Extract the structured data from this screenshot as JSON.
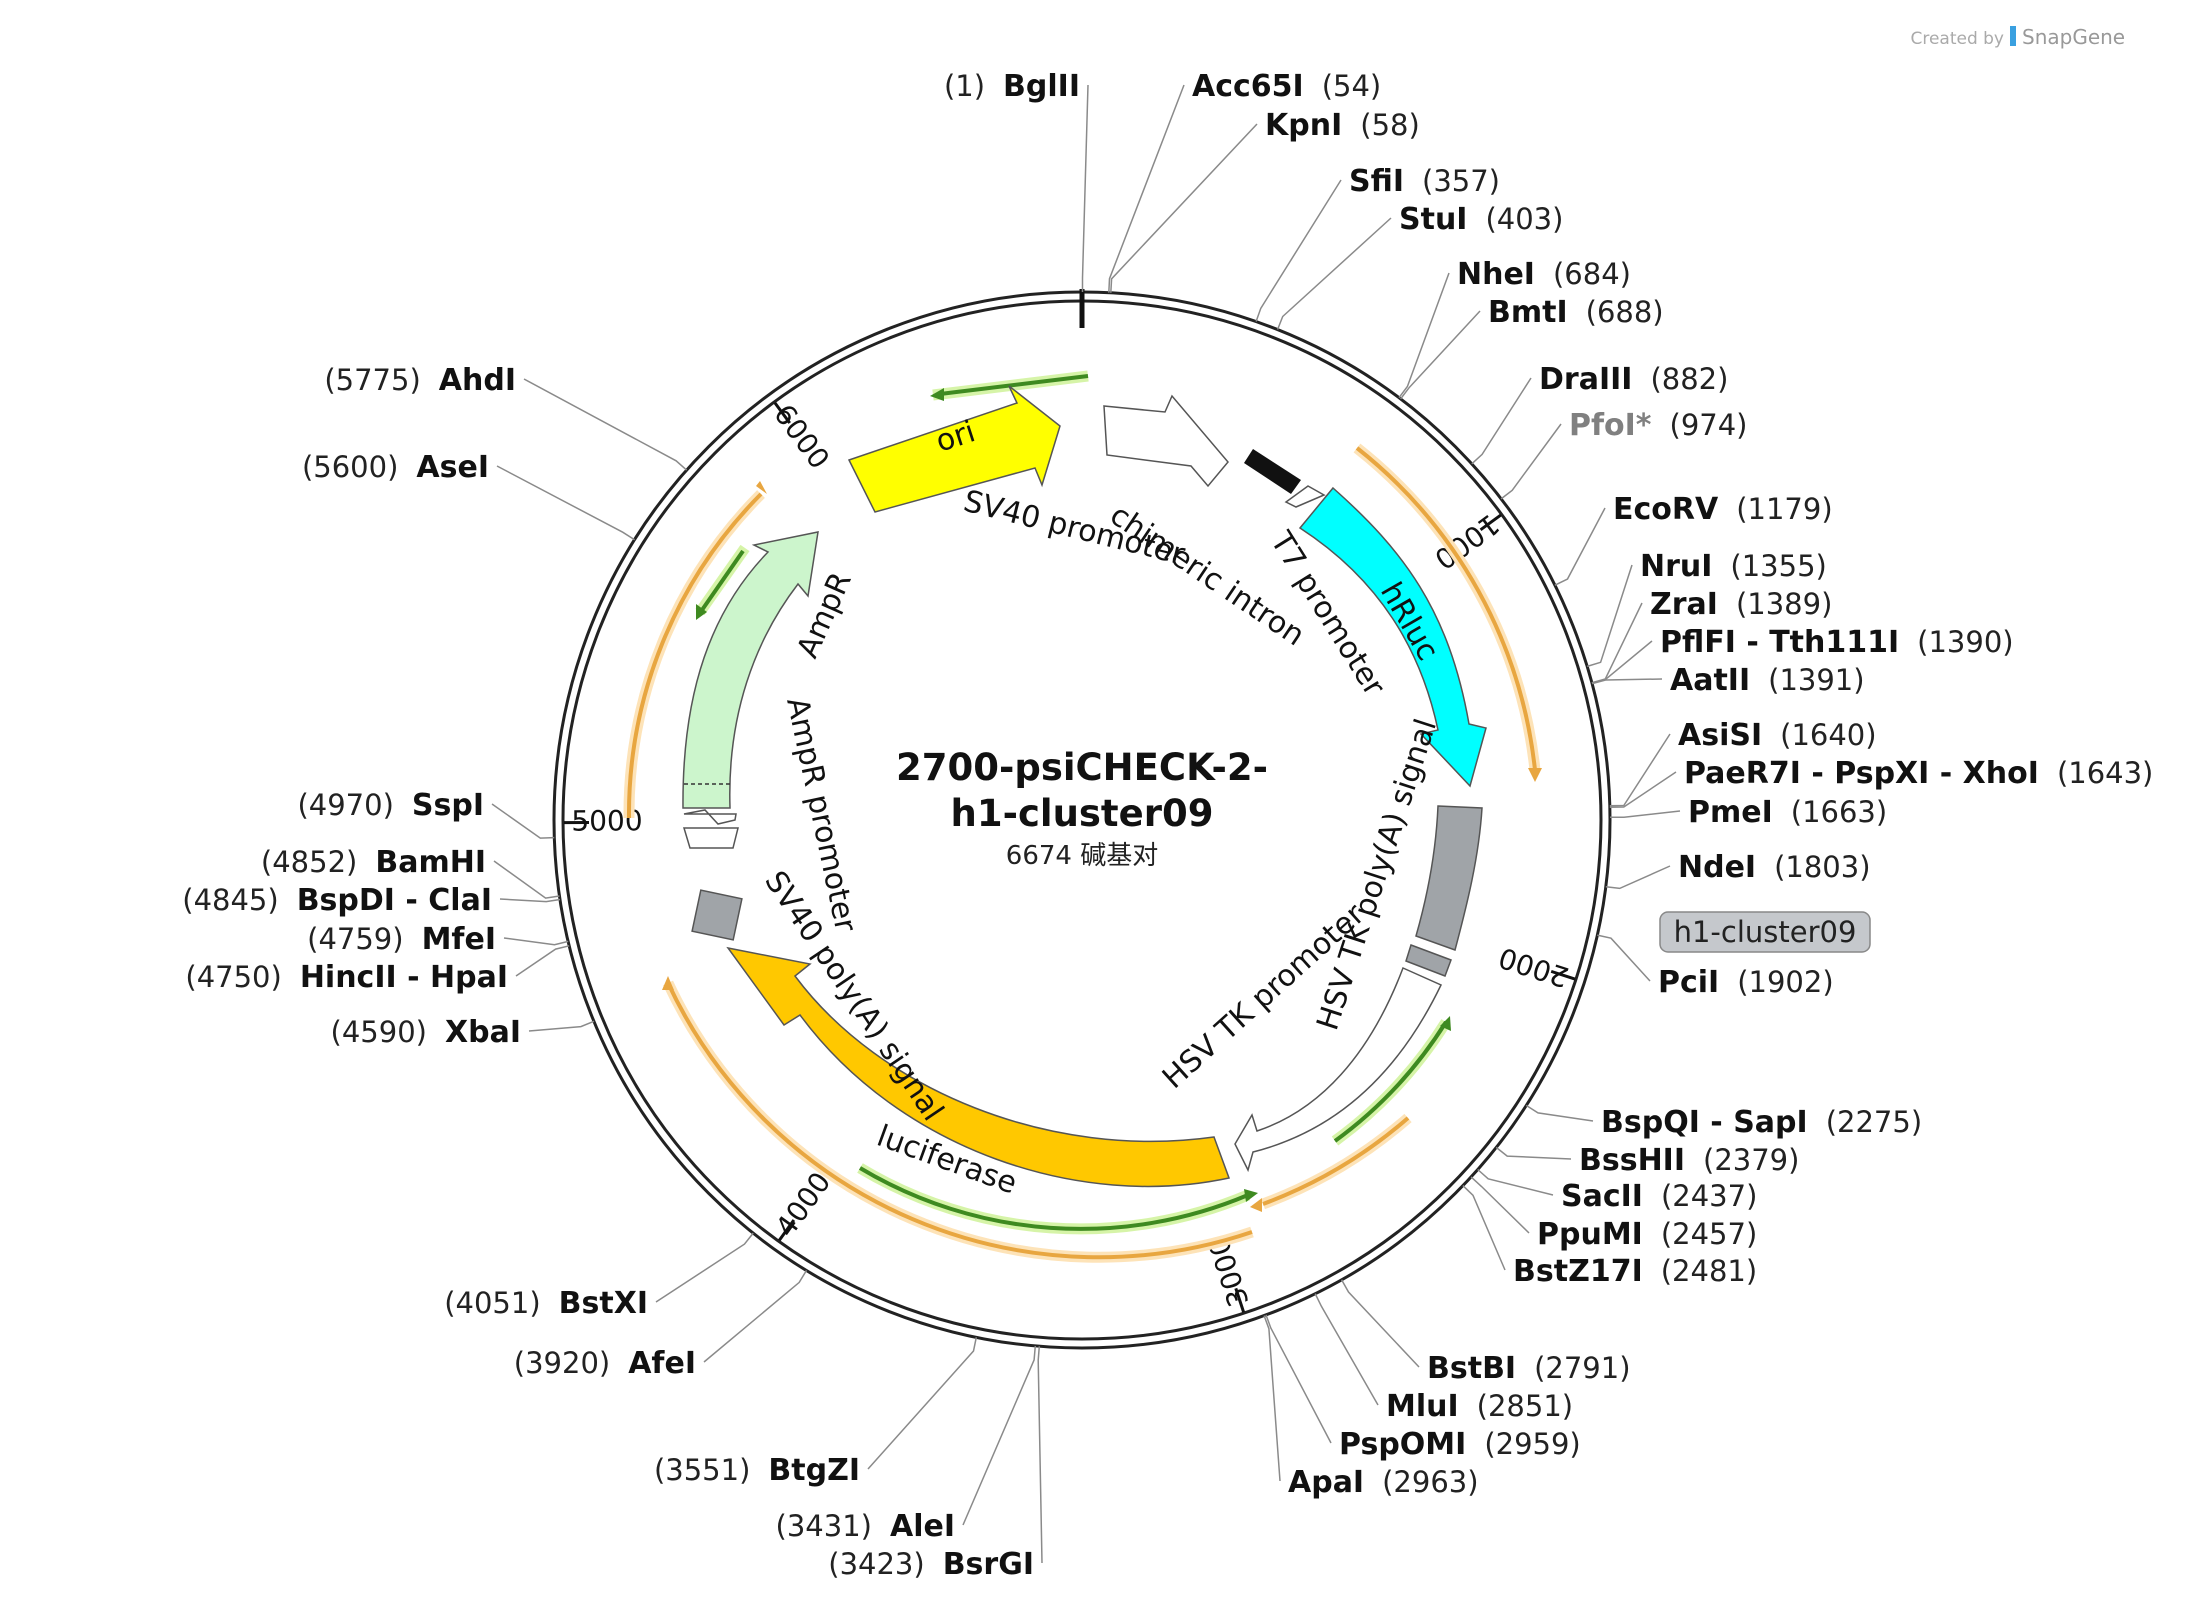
{
  "credit": {
    "prefix": "Created by",
    "brand": "SnapGene"
  },
  "title": {
    "line1": "2700-psiCHECK-2-",
    "line2": "h1-cluster09",
    "size": "6674 碱基对"
  },
  "sequence_length": 6674,
  "ticks": [
    {
      "pos": 1000,
      "label": "1000"
    },
    {
      "pos": 2000,
      "label": "2000"
    },
    {
      "pos": 3000,
      "label": "3000"
    },
    {
      "pos": 4000,
      "label": "4000"
    },
    {
      "pos": 5000,
      "label": "5000"
    },
    {
      "pos": 6000,
      "label": "6000"
    }
  ],
  "sites": [
    {
      "name": "BglII",
      "pos": "(1)"
    },
    {
      "name": "Acc65I",
      "pos": "(54)"
    },
    {
      "name": "KpnI",
      "pos": "(58)"
    },
    {
      "name": "SfiI",
      "pos": "(357)"
    },
    {
      "name": "StuI",
      "pos": "(403)"
    },
    {
      "name": "NheI",
      "pos": "(684)"
    },
    {
      "name": "BmtI",
      "pos": "(688)"
    },
    {
      "name": "DraIII",
      "pos": "(882)"
    },
    {
      "name": "PfoI*",
      "pos": "(974)"
    },
    {
      "name": "EcoRV",
      "pos": "(1179)"
    },
    {
      "name": "NruI",
      "pos": "(1355)"
    },
    {
      "name": "ZraI",
      "pos": "(1389)"
    },
    {
      "name": "PflFI - Tth111I",
      "pos": "(1390)"
    },
    {
      "name": "AatII",
      "pos": "(1391)"
    },
    {
      "name": "AsiSI",
      "pos": "(1640)"
    },
    {
      "name": "PaeR7I - PspXI - XhoI",
      "pos": "(1643)"
    },
    {
      "name": "PmeI",
      "pos": "(1663)"
    },
    {
      "name": "NdeI",
      "pos": "(1803)"
    },
    {
      "name": "PciI",
      "pos": "(1902)"
    },
    {
      "name": "BspQI - SapI",
      "pos": "(2275)"
    },
    {
      "name": "BssHII",
      "pos": "(2379)"
    },
    {
      "name": "SacII",
      "pos": "(2437)"
    },
    {
      "name": "PpuMI",
      "pos": "(2457)"
    },
    {
      "name": "BstZ17I",
      "pos": "(2481)"
    },
    {
      "name": "BstBI",
      "pos": "(2791)"
    },
    {
      "name": "MluI",
      "pos": "(2851)"
    },
    {
      "name": "PspOMI",
      "pos": "(2959)"
    },
    {
      "name": "ApaI",
      "pos": "(2963)"
    },
    {
      "name": "BsrGI",
      "pos": "(3423)"
    },
    {
      "name": "AleI",
      "pos": "(3431)"
    },
    {
      "name": "BtgZI",
      "pos": "(3551)"
    },
    {
      "name": "AfeI",
      "pos": "(3920)"
    },
    {
      "name": "BstXI",
      "pos": "(4051)"
    },
    {
      "name": "XbaI",
      "pos": "(4590)"
    },
    {
      "name": "HincII - HpaI",
      "pos": "(4750)"
    },
    {
      "name": "MfeI",
      "pos": "(4759)"
    },
    {
      "name": "BspDI - ClaI",
      "pos": "(4845)"
    },
    {
      "name": "BamHI",
      "pos": "(4852)"
    },
    {
      "name": "SspI",
      "pos": "(4970)"
    },
    {
      "name": "AseI",
      "pos": "(5600)"
    },
    {
      "name": "AhdI",
      "pos": "(5775)"
    }
  ],
  "features": {
    "ori": "ori",
    "sv40_promoter": "SV40 promoter",
    "chimeric_intron": "chimeric intron",
    "t7_promoter": "T7 promoter",
    "hrluc": "hRluc",
    "insert_badge": "h1-cluster09",
    "hsv_tk_polya": "HSV TK poly(A) signal",
    "hsv_tk_promoter": "HSV TK promoter",
    "luciferase": "luciferase",
    "sv40_polya": "SV40 poly(A) signal",
    "ampr_promoter": "AmpR promoter",
    "ampr": "AmpR"
  },
  "colors": {
    "ori": "#ffff00",
    "hrluc": "#00ffff",
    "luciferase": "#ffc800",
    "ampr": "#ccf5cc",
    "polya": "#a0a4a8",
    "orf_outline": "#e8a640",
    "orf_halo": "#fde3b8",
    "green_line": "#3e8a20",
    "green_halo": "#d6f4a8",
    "pfoi": "#808080",
    "badge": "#c5c8cc"
  }
}
